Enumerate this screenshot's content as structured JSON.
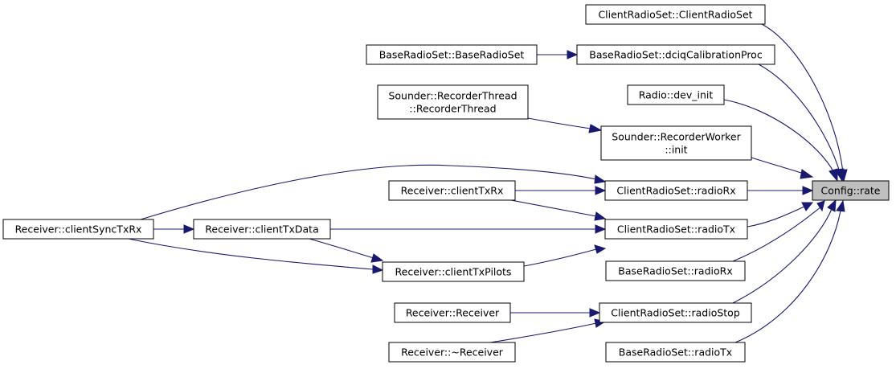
{
  "graph": {
    "nodes": [
      {
        "id": "config_rate",
        "lines": [
          "Config::rate"
        ],
        "focus": true
      },
      {
        "id": "crs_ctor",
        "lines": [
          "ClientRadioSet::ClientRadioSet"
        ]
      },
      {
        "id": "brs_dciq",
        "lines": [
          "BaseRadioSet::dciqCalibrationProc"
        ]
      },
      {
        "id": "brs_ctor",
        "lines": [
          "BaseRadioSet::BaseRadioSet"
        ]
      },
      {
        "id": "radio_dev_init",
        "lines": [
          "Radio::dev_init"
        ]
      },
      {
        "id": "rec_thread",
        "lines": [
          "Sounder::RecorderThread",
          "::RecorderThread"
        ]
      },
      {
        "id": "rec_worker_init",
        "lines": [
          "Sounder::RecorderWorker",
          "::init"
        ]
      },
      {
        "id": "recv_clientTxRx",
        "lines": [
          "Receiver::clientTxRx"
        ]
      },
      {
        "id": "crs_radioRx",
        "lines": [
          "ClientRadioSet::radioRx"
        ]
      },
      {
        "id": "recv_clientSyncTxRx",
        "lines": [
          "Receiver::clientSyncTxRx"
        ]
      },
      {
        "id": "recv_clientTxData",
        "lines": [
          "Receiver::clientTxData"
        ]
      },
      {
        "id": "crs_radioTx",
        "lines": [
          "ClientRadioSet::radioTx"
        ]
      },
      {
        "id": "recv_clientTxPilots",
        "lines": [
          "Receiver::clientTxPilots"
        ]
      },
      {
        "id": "brs_radioRx",
        "lines": [
          "BaseRadioSet::radioRx"
        ]
      },
      {
        "id": "recv_ctor",
        "lines": [
          "Receiver::Receiver"
        ]
      },
      {
        "id": "crs_radioStop",
        "lines": [
          "ClientRadioSet::radioStop"
        ]
      },
      {
        "id": "recv_dtor",
        "lines": [
          "Receiver::~Receiver"
        ]
      },
      {
        "id": "brs_radioTx",
        "lines": [
          "BaseRadioSet::radioTx"
        ]
      }
    ],
    "edges": [
      {
        "from": "crs_ctor",
        "to": "config_rate"
      },
      {
        "from": "brs_dciq",
        "to": "config_rate"
      },
      {
        "from": "brs_ctor",
        "to": "brs_dciq"
      },
      {
        "from": "radio_dev_init",
        "to": "config_rate"
      },
      {
        "from": "rec_worker_init",
        "to": "config_rate"
      },
      {
        "from": "rec_thread",
        "to": "rec_worker_init"
      },
      {
        "from": "crs_radioRx",
        "to": "config_rate"
      },
      {
        "from": "recv_clientTxRx",
        "to": "crs_radioRx"
      },
      {
        "from": "recv_clientSyncTxRx",
        "to": "crs_radioRx"
      },
      {
        "from": "crs_radioTx",
        "to": "config_rate"
      },
      {
        "from": "recv_clientTxRx",
        "to": "crs_radioTx"
      },
      {
        "from": "recv_clientTxData",
        "to": "crs_radioTx"
      },
      {
        "from": "recv_clientTxPilots",
        "to": "crs_radioTx"
      },
      {
        "from": "recv_clientSyncTxRx",
        "to": "recv_clientTxData"
      },
      {
        "from": "recv_clientTxData",
        "to": "recv_clientTxPilots"
      },
      {
        "from": "recv_clientSyncTxRx",
        "to": "recv_clientTxPilots"
      },
      {
        "from": "brs_radioRx",
        "to": "config_rate"
      },
      {
        "from": "crs_radioStop",
        "to": "config_rate"
      },
      {
        "from": "recv_ctor",
        "to": "crs_radioStop"
      },
      {
        "from": "recv_dtor",
        "to": "crs_radioStop"
      },
      {
        "from": "brs_radioTx",
        "to": "config_rate"
      }
    ]
  }
}
